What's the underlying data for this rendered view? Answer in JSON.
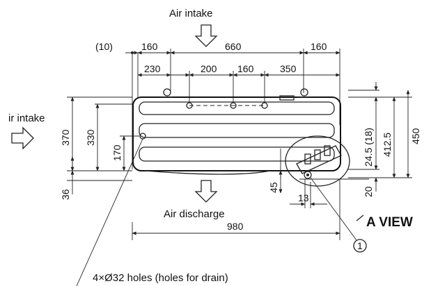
{
  "labels": {
    "air_intake_top": "Air intake",
    "air_intake_left": "ir intake",
    "air_discharge": "Air discharge",
    "a_view": "A VIEW",
    "drain_holes": "4×Ø32 holes (holes for drain)",
    "callout_1": "1"
  },
  "dimensions": {
    "top_row": [
      "(10)",
      "160",
      "660",
      "160"
    ],
    "second_row": [
      "230",
      "200",
      "160",
      "350"
    ],
    "left_side": [
      "370",
      "330",
      "170",
      "36"
    ],
    "right_side": [
      "24.5 (18)",
      "412.5",
      "450",
      "20"
    ],
    "bottom": [
      "45",
      "13",
      "980"
    ]
  },
  "icons": {
    "arrow_down": "arrow-down-outline",
    "arrow_right": "arrow-right-outline"
  }
}
